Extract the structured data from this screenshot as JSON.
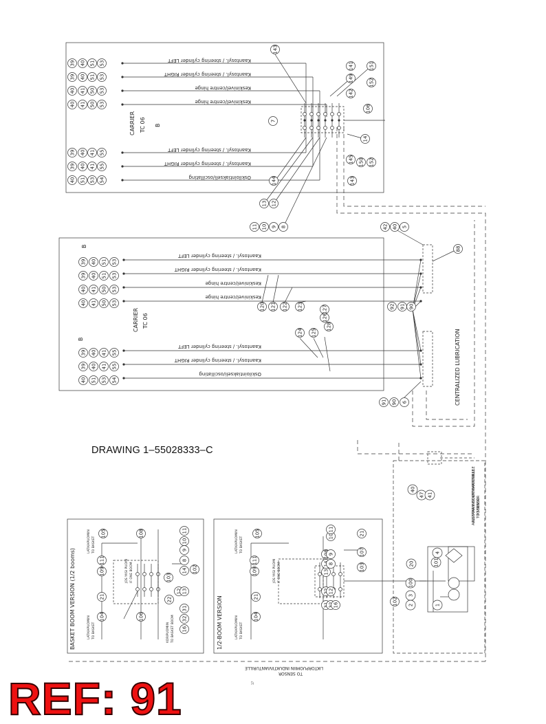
{
  "drawing_title": "DRAWING 1–55028333–C",
  "ref_badge": "REF: 91",
  "colors": {
    "ref_badge": "#ee1111",
    "line": "#333333"
  },
  "panel1": {
    "carrier_label": "CARRIER",
    "model_label": "TC 06",
    "mark": "B",
    "rows": [
      {
        "text": "Kaantosyl. / steering cylinder LEFT",
        "bubbles": [
          "39",
          "40",
          "51",
          "53"
        ]
      },
      {
        "text": "Kaantosyl. / steering cylinder RIGHT",
        "bubbles": [
          "39",
          "40",
          "51",
          "53"
        ]
      },
      {
        "text": "Keskinivel/centre hinge",
        "bubbles": [
          "40",
          "41",
          "50",
          "53"
        ]
      },
      {
        "text": "Keskinivel/centre hinge",
        "bubbles": [
          "40",
          "41",
          "50",
          "53"
        ]
      },
      {
        "text": "Kaantosyl. / steering cylinder LEFT",
        "bubbles": [
          "39",
          "40",
          "41",
          "55"
        ]
      },
      {
        "text": "Kaantosyl. / steering cylinder RIGHT",
        "bubbles": [
          "39",
          "40",
          "41",
          "55"
        ]
      },
      {
        "text": "Oskilointiakseli/oscillating",
        "bubbles": [
          "40",
          "51",
          "53",
          "54"
        ]
      }
    ],
    "callouts": [
      "143",
      "141",
      "151",
      "152",
      "149",
      "142",
      "106",
      "7",
      "14",
      "145",
      "150",
      "152",
      "143",
      "144",
      "13",
      "12",
      "11",
      "10",
      "9",
      "8"
    ]
  },
  "panel2": {
    "carrier_label": "CARRIER",
    "model_label": "TC 06",
    "marks": [
      "B",
      "B"
    ],
    "rows": [
      {
        "text": "Kaantosyl. / steering cylinder LEFT",
        "bubbles": [
          "39",
          "40",
          "51",
          "53"
        ]
      },
      {
        "text": "Kaantosyl. / steering cylinder RIGHT",
        "bubbles": [
          "39",
          "40",
          "51",
          "53"
        ]
      },
      {
        "text": "Keskinivel/centre hinge",
        "bubbles": [
          "40",
          "41",
          "50",
          "53"
        ]
      },
      {
        "text": "Keskinivel/centre hinge",
        "bubbles": [
          "40",
          "41",
          "50",
          "53"
        ]
      },
      {
        "text": "Kaantosyl. / steering cylinder LEFT",
        "bubbles": [
          "39",
          "40",
          "41",
          "55"
        ]
      },
      {
        "text": "Kaantosyl. / steering cylinder RIGHT",
        "bubbles": [
          "39",
          "40",
          "41",
          "55"
        ]
      },
      {
        "text": "Oskilointiakseli/oscillating",
        "bubbles": [
          "40",
          "51",
          "53",
          "54"
        ]
      }
    ],
    "callouts": [
      "42",
      "40",
      "5",
      "88",
      "120",
      "121",
      "122",
      "123",
      "124",
      "125",
      "126",
      "127",
      "128",
      "92",
      "91",
      "90",
      "91",
      "90",
      "6"
    ]
  },
  "centralized_label": "CENTRALIZED LUBRICATION",
  "pump_callouts": [
    "40",
    "47",
    "41"
  ],
  "pump_note": [
    "ALUSTAAN INDUKTIIVIANTURILLE",
    "TO SENSOR"
  ],
  "basket_panel": {
    "title": "BASKET BOOM VERSION (1/2 booms)",
    "texts": [
      "LATIKAPUOMIIN",
      "TO BASKET",
      "JOS YKSI PUOMI",
      "IF ONE BOOM",
      "LATIKAPUOMIIN",
      "TO BASKET",
      "KORIPUOMIIN",
      "TO BASKET BOOM"
    ],
    "callouts": [
      "105",
      "108",
      "111",
      "109",
      "104",
      "21",
      "22",
      "12",
      "13",
      "14",
      "8",
      "9",
      "10",
      "11",
      "31",
      "32",
      "16",
      "102",
      "103",
      "106"
    ]
  },
  "two_boom_panel": {
    "title": "1/2-BOOM VERSION",
    "texts": [
      "LATIKAPUOMIIN",
      "TO BASKET",
      "JOS YKSI PUOMI",
      "IF ONE BOOM",
      "LATIKAPUOMIIN",
      "TO BASKET"
    ],
    "callouts": [
      "105",
      "108",
      "111",
      "109",
      "104",
      "21",
      "22",
      "12",
      "13",
      "14",
      "8",
      "9",
      "10",
      "11",
      "31",
      "32",
      "16",
      "21",
      "107",
      "103",
      "102"
    ]
  },
  "right_section": {
    "callouts": [
      "4",
      "20",
      "101",
      "2",
      "3",
      "1",
      "100"
    ],
    "note": [
      "ALUSTAAN INDUKTIIVIANTURILLE",
      "TO SENSOR"
    ]
  },
  "bottom_note": [
    "LIKTORPUOMIIN  INDUKTIIVIANTURILLE",
    "TO SENSOR"
  ],
  "page_number": "17"
}
